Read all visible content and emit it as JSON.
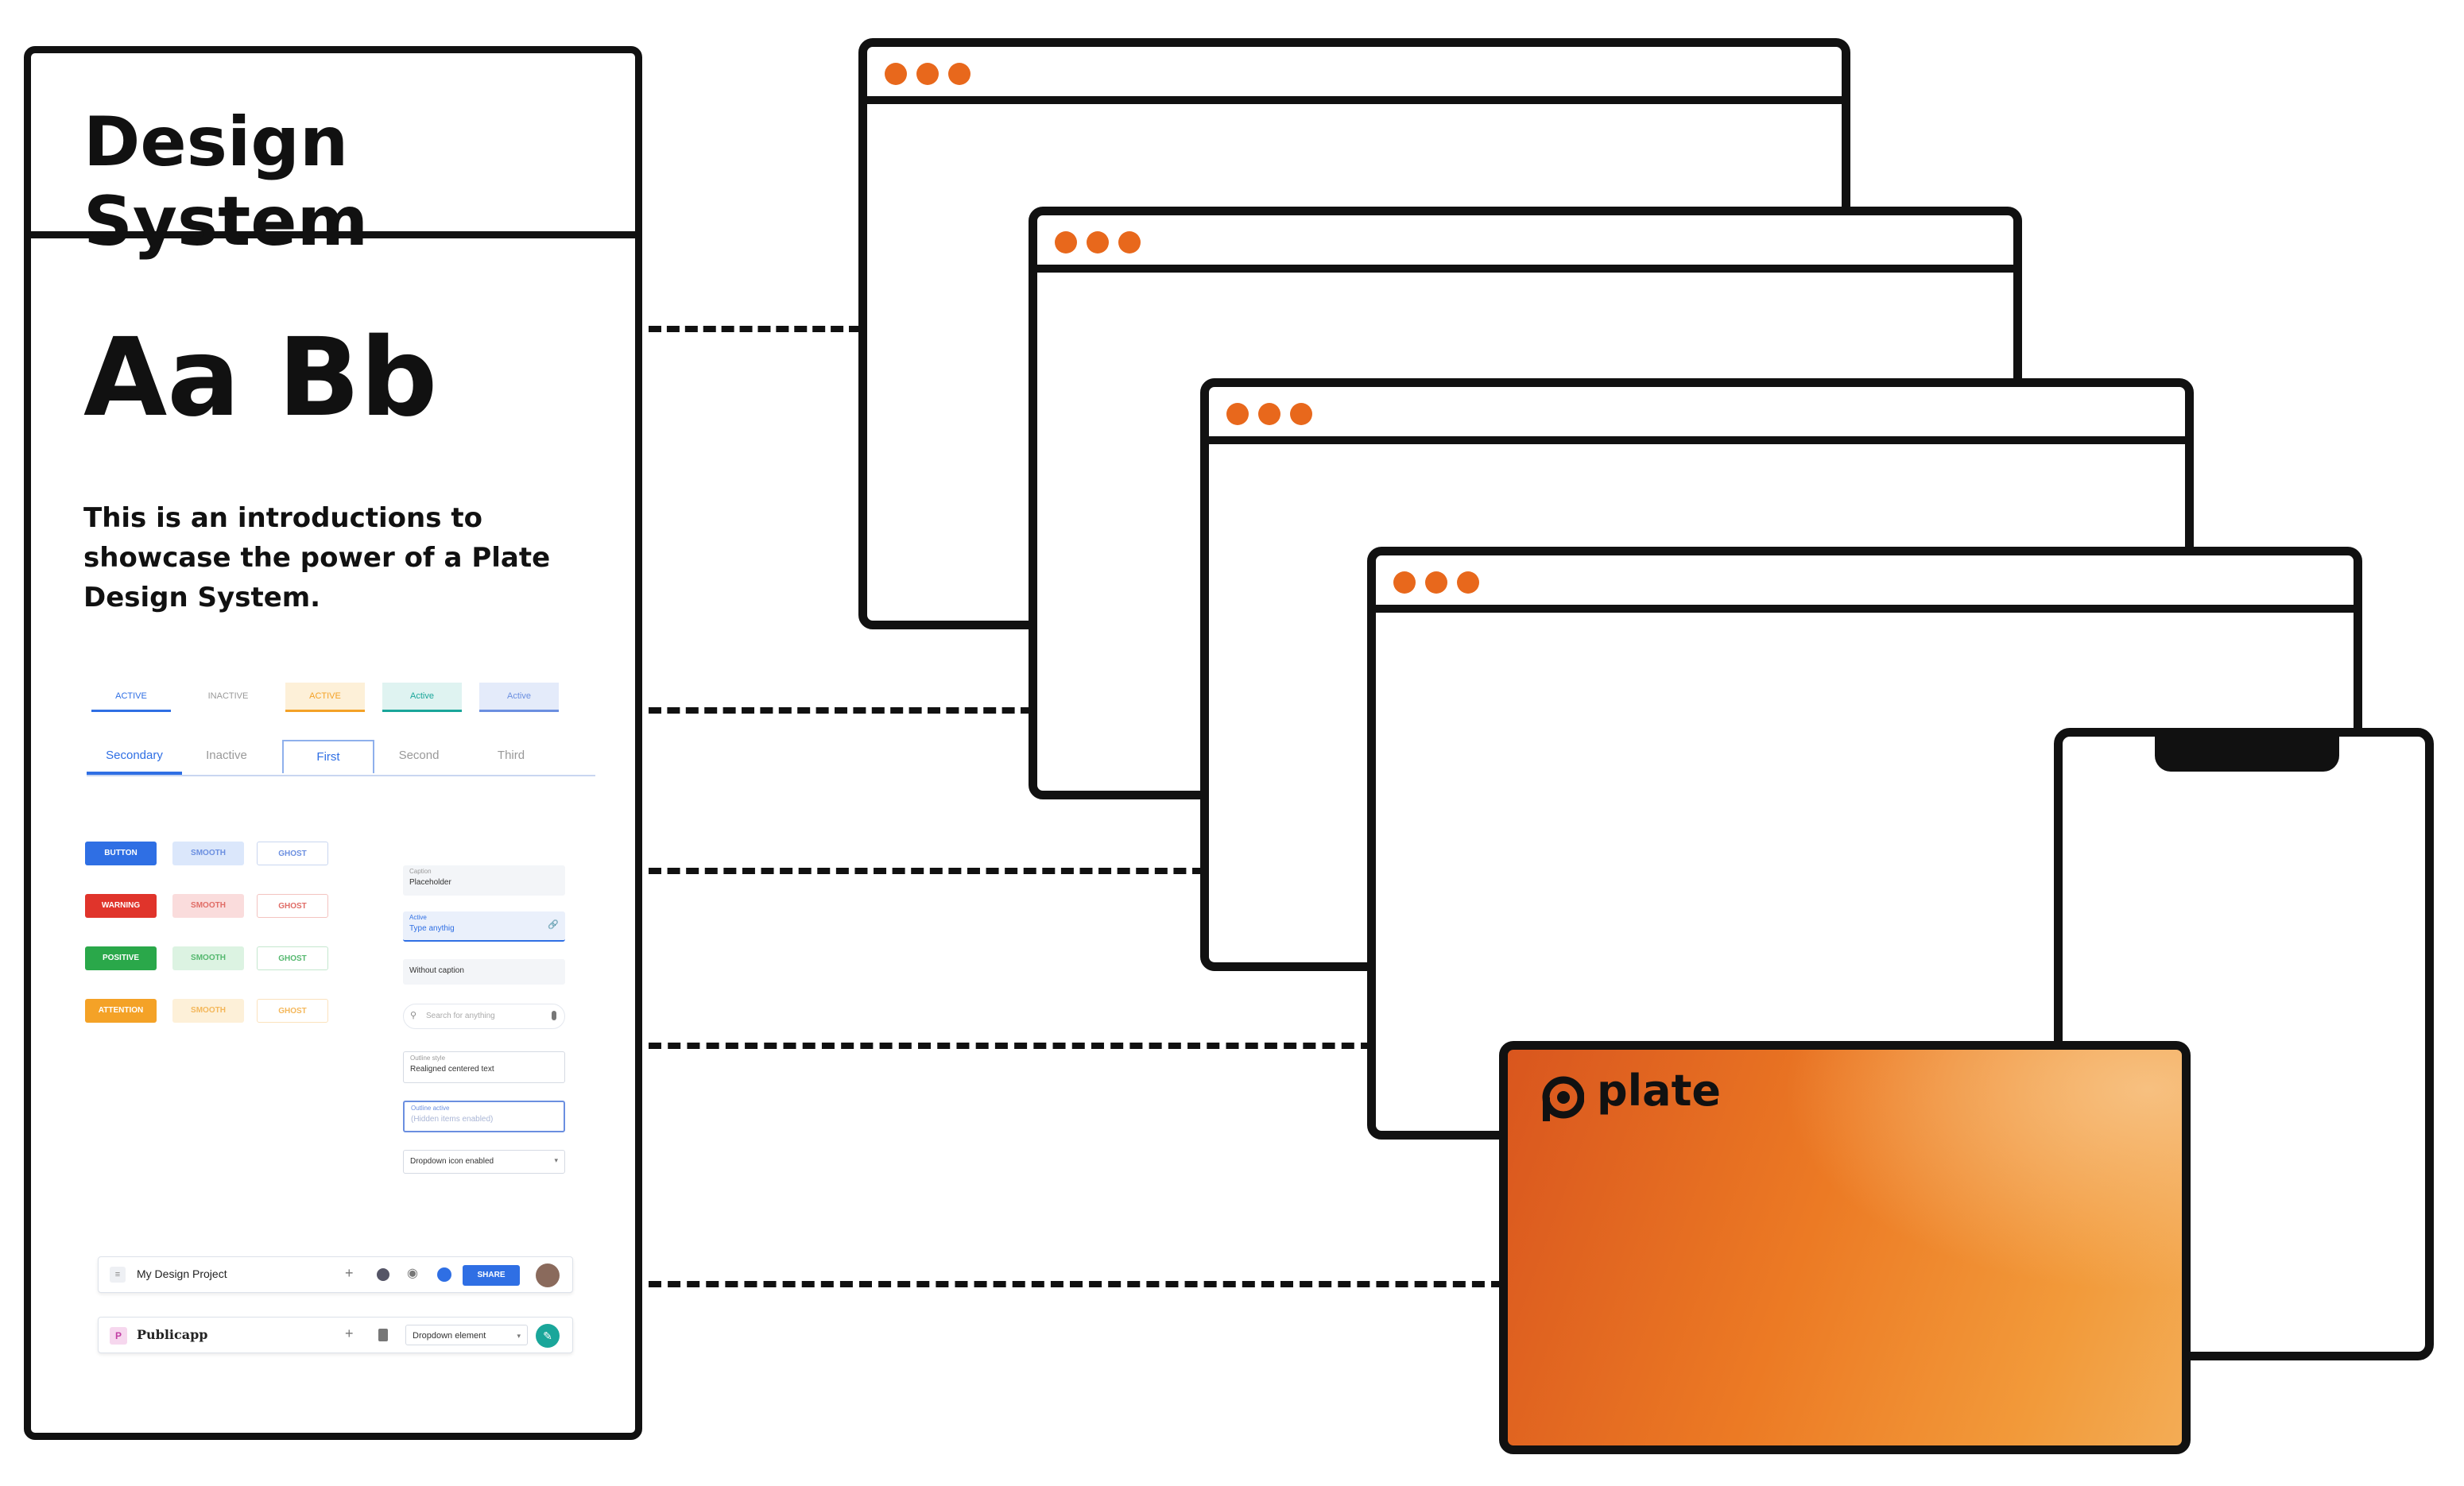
{
  "panel": {
    "title": "Design System",
    "typography_sample": "Aa Bb",
    "intro": "This is an introductions to showcase the power of a Plate Design System."
  },
  "tabs_row1": [
    "ACTIVE",
    "INACTIVE",
    "ACTIVE",
    "Active",
    "Active"
  ],
  "tabs_row2": [
    "Secondary",
    "Inactive",
    "First",
    "Second",
    "Third"
  ],
  "buttons": {
    "rows": [
      {
        "solid": "BUTTON",
        "smooth": "SMOOTH",
        "ghost": "GHOST",
        "color": "#2f6fe4",
        "soft": "#dbe7fb"
      },
      {
        "solid": "WARNING",
        "smooth": "SMOOTH",
        "ghost": "GHOST",
        "color": "#e0342b",
        "soft": "#fadcdc"
      },
      {
        "solid": "POSITIVE",
        "smooth": "SMOOTH",
        "ghost": "GHOST",
        "color": "#2aa84a",
        "soft": "#dcf3e2"
      },
      {
        "solid": "ATTENTION",
        "smooth": "SMOOTH",
        "ghost": "GHOST",
        "color": "#f4a227",
        "soft": "#fdf0d8"
      }
    ]
  },
  "fields": {
    "f1": {
      "caption": "Caption",
      "value": "Placeholder"
    },
    "f2": {
      "caption": "Active",
      "value": "Type anythig"
    },
    "f3": {
      "value": "Without caption"
    },
    "f4": {
      "value": "Search for anything"
    },
    "f5": {
      "caption": "Outline style",
      "value": "Realigned centered text"
    },
    "f6": {
      "caption": "Outline active",
      "value": "(Hidden items enabled)"
    },
    "f7": {
      "value": "Dropdown icon enabled"
    }
  },
  "toolbar1": {
    "title": "My Design Project",
    "share": "SHARE"
  },
  "toolbar2": {
    "title": "Publicapp",
    "dropdown": "Dropdown element"
  },
  "card": {
    "brand": "plate"
  },
  "colors": {
    "accent": "#e8681c",
    "stroke": "#111111"
  },
  "icons": [
    "menu-icon",
    "plus-icon",
    "compass-icon",
    "eye-icon",
    "play-icon",
    "avatar",
    "trash-icon",
    "edit-icon",
    "search-icon",
    "mic-icon",
    "link-icon",
    "chevron-down-icon",
    "plate-logo-icon"
  ]
}
